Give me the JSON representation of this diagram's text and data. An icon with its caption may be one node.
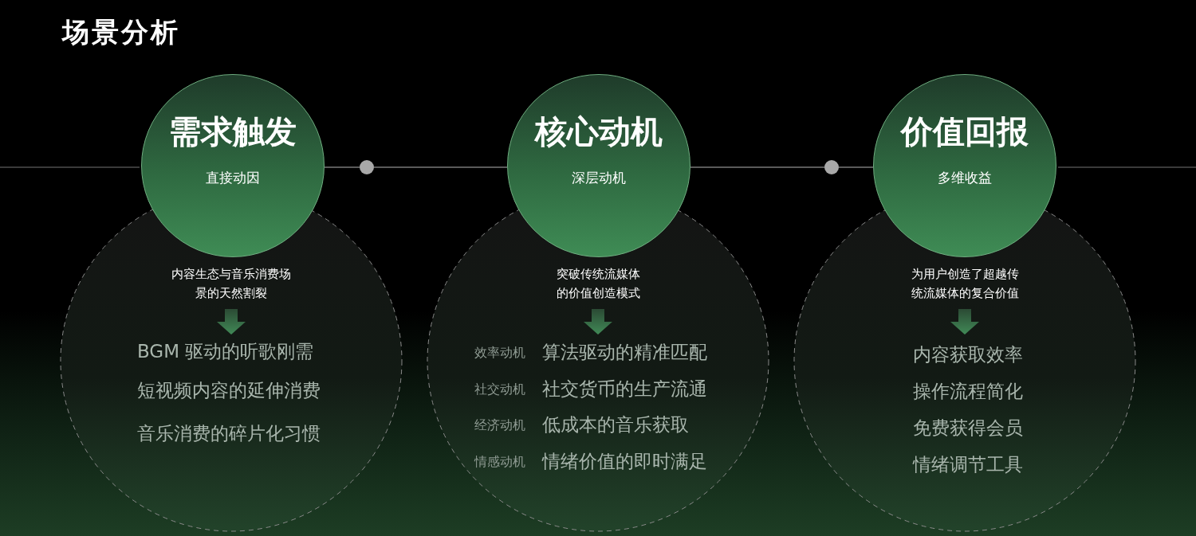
{
  "diagram": {
    "title": "场景分析",
    "nodes": [
      {
        "text": [
          "需求触发",
          "直接动因"
        ]
      },
      {
        "text": [
          "内容生态与音乐消费场景的天然割裂",
          "BGM 驱动的听歌刚需",
          "短视频内容的延伸消费",
          "音乐消费的碎片化习惯"
        ]
      },
      {
        "text": [],
        "shape": "circle"
      },
      {
        "text": [
          "核心动机",
          "深层动机"
        ]
      },
      {
        "text": [
          "突破传统流媒体的价值创造模式",
          "效率动机",
          "算法驱动的精准匹配",
          "社交动机",
          "社交货币的生产流通",
          "经济动机",
          "低成本的音乐获取",
          "情感动机",
          "情绪价值的即时满足"
        ]
      },
      {
        "text": [],
        "shape": "circle"
      },
      {
        "text": [
          "价值回报",
          "多维收益"
        ]
      },
      {
        "text": [
          "为用户创造了超越传统流媒体的复合价值",
          "内容获取效率",
          "操作流程简化",
          "免费获得会员",
          "情绪调节工具"
        ]
      }
    ],
    "edges": [
      {
        "from": 0,
        "to": 2,
        "arrow": "none"
      },
      {
        "from": 2,
        "to": 3,
        "arrow": "none"
      },
      {
        "from": 3,
        "to": 5,
        "arrow": "none"
      },
      {
        "from": 5,
        "to": 6,
        "arrow": "none"
      }
    ]
  }
}
